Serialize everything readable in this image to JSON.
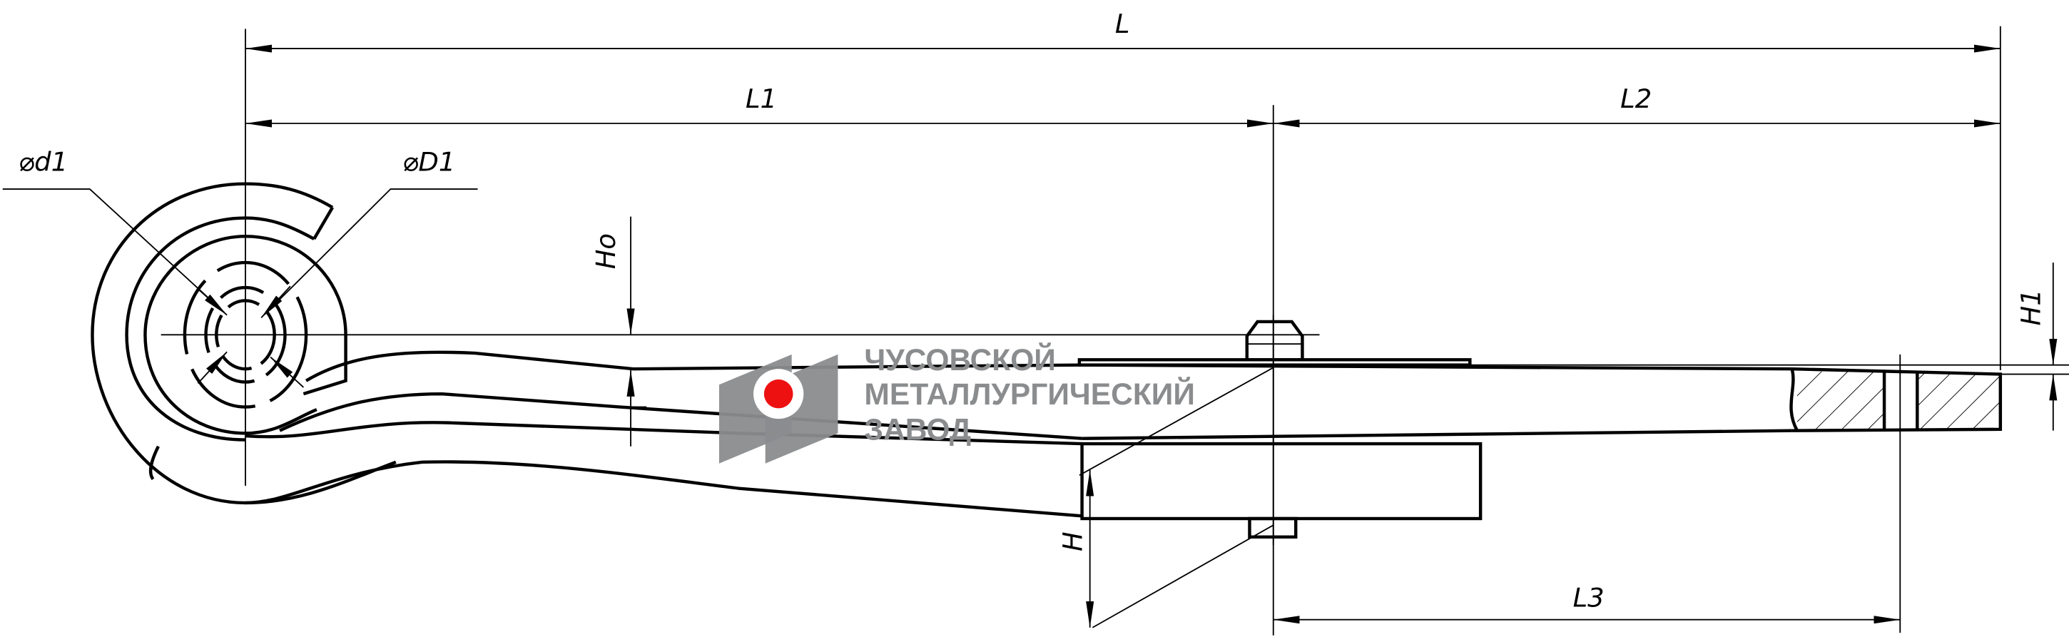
{
  "drawing": {
    "title": "Leaf spring dimensional drawing",
    "dimensions": {
      "L": "L",
      "L1": "L1",
      "L2": "L2",
      "L3": "L3",
      "H": "H",
      "Ho": "Ho",
      "H1": "H1",
      "d1": "⌀d1",
      "D1": "⌀D1"
    }
  },
  "logo": {
    "line1": "ЧУСОВСКОЙ",
    "line2": "МЕТАЛЛУРГИЧЕСКИЙ",
    "line3": "ЗАВОД",
    "colors": {
      "gray": "#8a8c8e",
      "red": "#ee1111"
    }
  }
}
